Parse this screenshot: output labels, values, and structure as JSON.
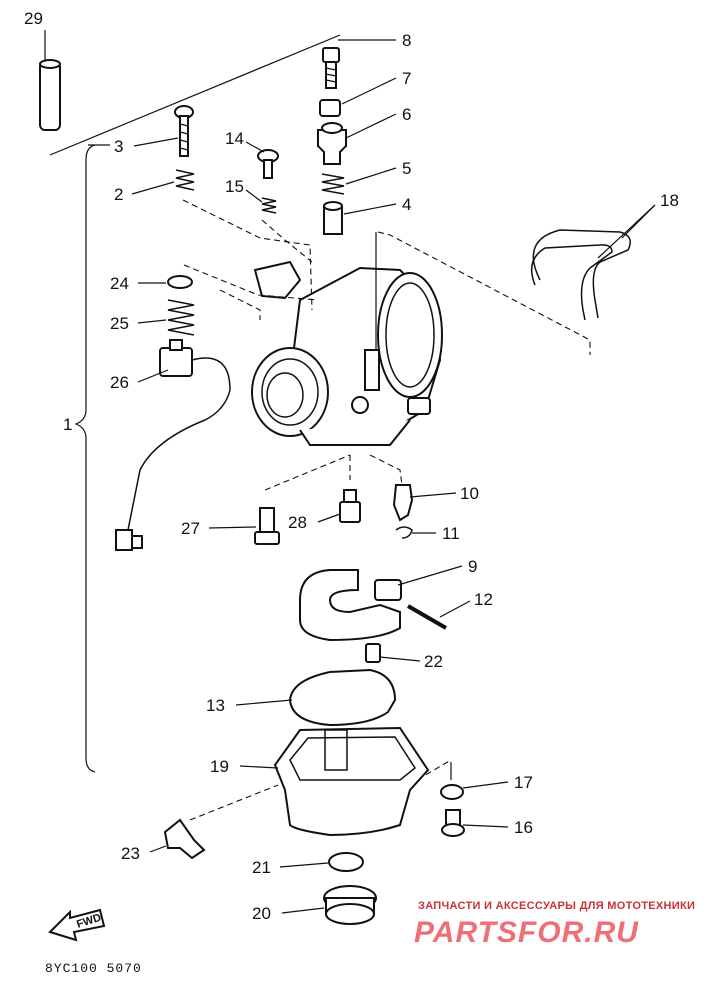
{
  "diagram": {
    "doc_code": "8YC100 5070",
    "fwd_label": "FWD",
    "watermark": {
      "tagline": "ЗАПЧАСТИ И АКСЕССУАРЫ ДЛЯ МОТОТЕХНИКИ",
      "brand": "PARTSFOR.RU"
    },
    "callouts": [
      {
        "id": "c29",
        "text": "29"
      },
      {
        "id": "c8",
        "text": "8"
      },
      {
        "id": "c7",
        "text": "7"
      },
      {
        "id": "c6",
        "text": "6"
      },
      {
        "id": "c3",
        "text": "3"
      },
      {
        "id": "c14",
        "text": "14"
      },
      {
        "id": "c5",
        "text": "5"
      },
      {
        "id": "c2a",
        "text": "2"
      },
      {
        "id": "c15",
        "text": "15"
      },
      {
        "id": "c4",
        "text": "4"
      },
      {
        "id": "c18",
        "text": "18"
      },
      {
        "id": "c24",
        "text": "24"
      },
      {
        "id": "c25",
        "text": "25"
      },
      {
        "id": "c26",
        "text": "26"
      },
      {
        "id": "c1",
        "text": "1"
      },
      {
        "id": "c10",
        "text": "10"
      },
      {
        "id": "c27",
        "text": "27"
      },
      {
        "id": "c28",
        "text": "28"
      },
      {
        "id": "c11",
        "text": "11"
      },
      {
        "id": "c9",
        "text": "9"
      },
      {
        "id": "c12",
        "text": "12"
      },
      {
        "id": "c22",
        "text": "22"
      },
      {
        "id": "c13",
        "text": "13"
      },
      {
        "id": "c19",
        "text": "19"
      },
      {
        "id": "c17",
        "text": "17"
      },
      {
        "id": "c16",
        "text": "16"
      },
      {
        "id": "c23",
        "text": "23"
      },
      {
        "id": "c21",
        "text": "21"
      },
      {
        "id": "c20",
        "text": "20"
      }
    ]
  }
}
